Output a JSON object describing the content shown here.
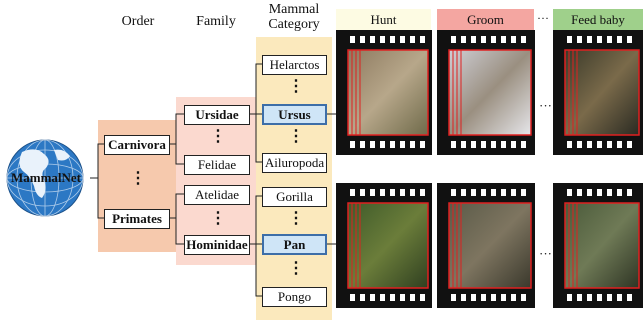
{
  "headers": {
    "order": "Order",
    "family": "Family",
    "category": "Mammal\nCategory",
    "hunt": "Hunt",
    "groom": "Groom",
    "ellipsis": "···",
    "feed": "Feed baby"
  },
  "colors": {
    "order_bg": "#f6c9ad",
    "family_bg": "#fbd9cf",
    "category_bg": "#fbe9bd",
    "hunt_bg": "#fdfbe3",
    "groom_bg": "#f4a6a1",
    "feed_bg": "#9fd08b",
    "highlight": "#cfe5f7"
  },
  "root": {
    "label": "MammalNet",
    "icon": "globe-icon"
  },
  "orders": [
    "Carnivora",
    "Primates"
  ],
  "families": [
    "Ursidae",
    "Felidae",
    "Atelidae",
    "Hominidae"
  ],
  "categories": [
    "Helarctos",
    "Ursus",
    "Ailuropoda",
    "Gorilla",
    "Pan",
    "Pongo"
  ],
  "vertical_dots": "⋮",
  "row_ellipsis": "···"
}
